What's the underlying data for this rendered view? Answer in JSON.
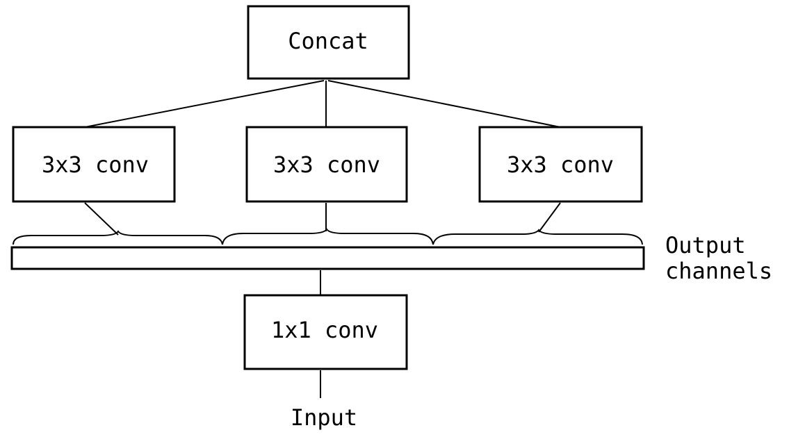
{
  "diagram": {
    "top_block": "Concat",
    "branches": [
      "3x3 conv",
      "3x3 conv",
      "3x3 conv"
    ],
    "bottom_block": "1x1 conv",
    "channels_label_line1": "Output",
    "channels_label_line2": "channels",
    "input_label": "Input"
  }
}
